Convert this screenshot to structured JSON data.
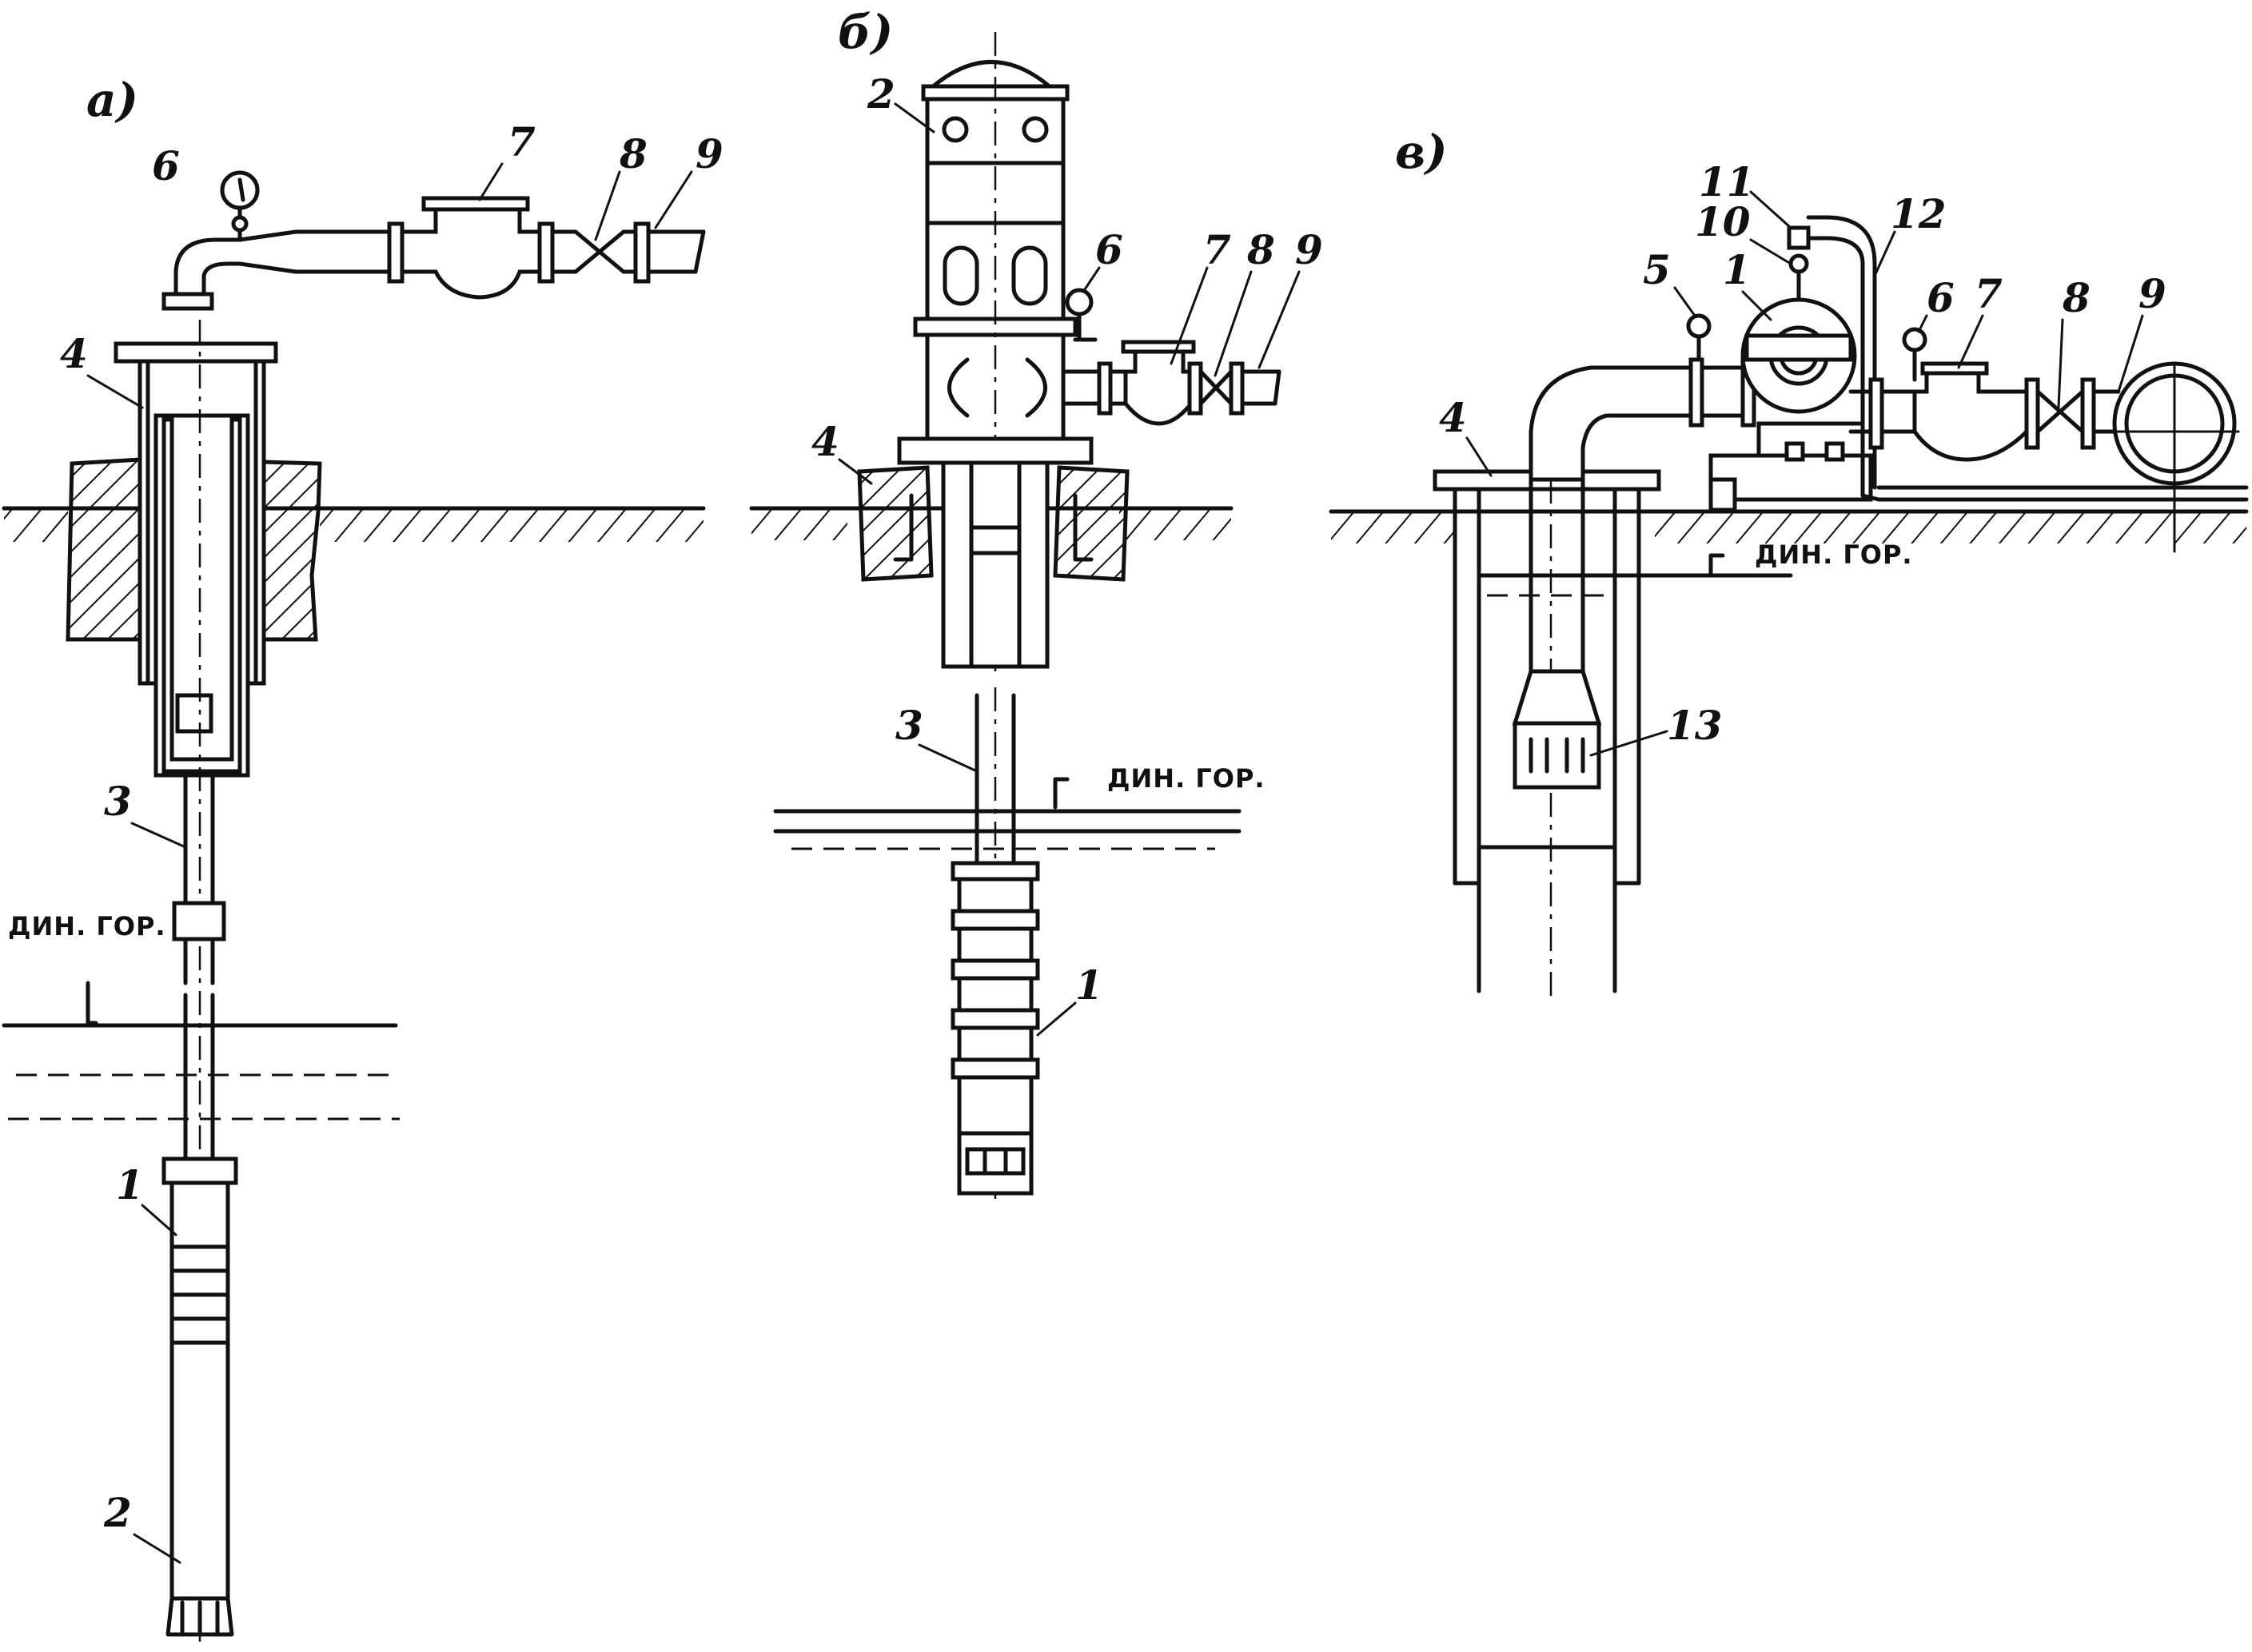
{
  "panels": {
    "a": {
      "label": "а)",
      "level_label": "ДИН. ГОР.",
      "callouts": [
        "6",
        "7",
        "8",
        "9",
        "4",
        "3",
        "1",
        "2"
      ]
    },
    "b": {
      "label": "б)",
      "level_label": "ДИН. ГОР.",
      "callouts": [
        "2",
        "6",
        "7",
        "8",
        "9",
        "4",
        "3",
        "1"
      ]
    },
    "v": {
      "label": "в)",
      "level_label": "ДИН. ГОР.",
      "callouts": [
        "11",
        "10",
        "12",
        "5",
        "1",
        "6",
        "7",
        "8",
        "9",
        "4",
        "13"
      ]
    }
  }
}
